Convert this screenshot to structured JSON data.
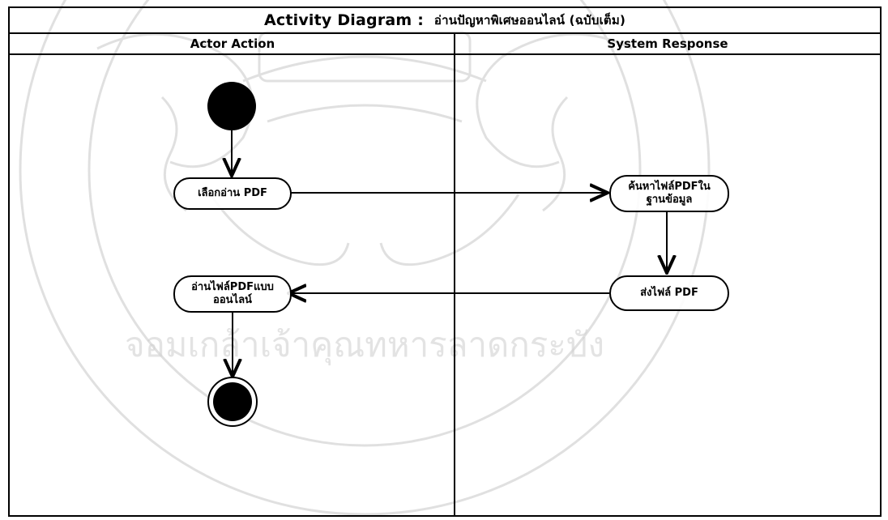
{
  "diagram": {
    "title": "Activity Diagram",
    "title_separator": " : ",
    "title_thai": "อ่านปัญหาพิเศษออนไลน์ (ฉบับเต็ม)",
    "lanes": [
      {
        "label": "Actor Action"
      },
      {
        "label": "System Response"
      }
    ],
    "nodes": {
      "select_read_pdf": {
        "lines": [
          "เลือกอ่าน PDF"
        ]
      },
      "search_pdf": {
        "lines": [
          "ค้นหาไฟล์PDFใน",
          "ฐานข้อมูล"
        ]
      },
      "send_pdf": {
        "lines": [
          "ส่งไฟล์ PDF"
        ]
      },
      "read_pdf_online": {
        "lines": [
          "อ่านไฟล์PDFแบบ",
          "ออนไลน์"
        ]
      }
    },
    "watermark_text": "จอมเกล้าเจ้าคุณทหารลาดกระบัง"
  }
}
